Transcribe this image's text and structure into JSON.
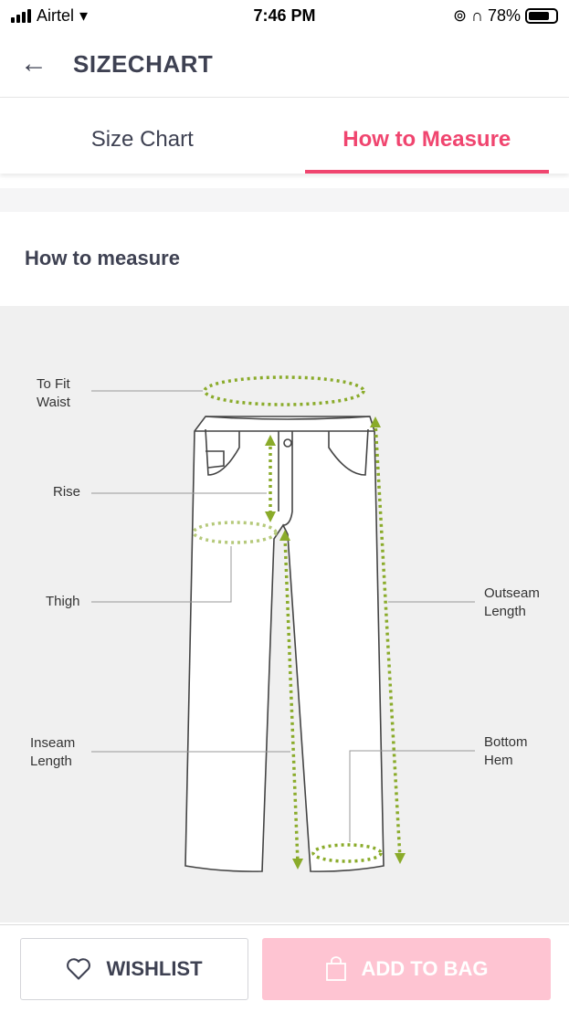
{
  "status_bar": {
    "carrier": "Airtel",
    "time": "7:46 PM",
    "battery": "78%"
  },
  "header": {
    "title": "SIZECHART"
  },
  "tabs": [
    {
      "label": "Size Chart",
      "active": false
    },
    {
      "label": "How to Measure",
      "active": true
    }
  ],
  "section": {
    "title": "How to measure"
  },
  "diagram": {
    "labels": {
      "waist": [
        "To Fit",
        "Waist"
      ],
      "rise": "Rise",
      "thigh": "Thigh",
      "inseam": [
        "Inseam",
        "Length"
      ],
      "outseam": [
        "Outseam",
        "Length"
      ],
      "hem": [
        "Bottom",
        "Hem"
      ]
    }
  },
  "footer": {
    "wishlist": "WISHLIST",
    "add_to_bag": "ADD TO BAG"
  },
  "colors": {
    "accent": "#f0456f",
    "measure": "#8aab2a",
    "bag_disabled": "#fec4d2"
  }
}
